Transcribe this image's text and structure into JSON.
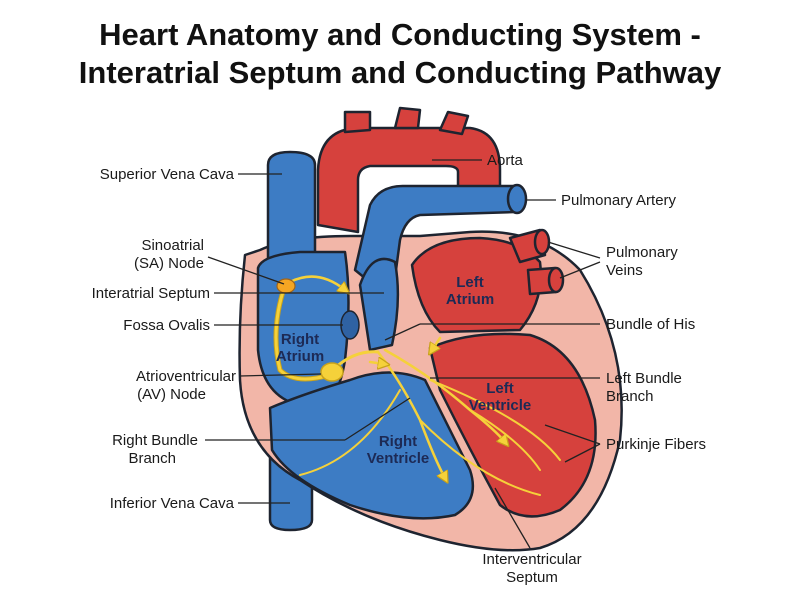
{
  "title": {
    "line1": "Heart Anatomy and Conducting System -",
    "line2": "Interatrial Septum and Conducting Pathway"
  },
  "colors": {
    "blue": "#3d7cc4",
    "red": "#d6413d",
    "wall": "#f2b6a8",
    "conduction": "#f5d13a",
    "outline": "#1e2430"
  },
  "labels": {
    "superior_vena_cava": "Superior Vena Cava",
    "aorta": "Aorta",
    "pulmonary_artery": "Pulmonary Artery",
    "sa_node": [
      "Sinoatrial",
      "(SA) Node"
    ],
    "pulmonary_veins": [
      "Pulmonary",
      "Veins"
    ],
    "interatrial_septum": "Interatrial Septum",
    "fossa_ovalis": "Fossa Ovalis",
    "bundle_of_his": "Bundle of His",
    "av_node": [
      "Atrioventricular",
      "(AV) Node"
    ],
    "left_bundle_branch": [
      "Left Bundle",
      "Branch"
    ],
    "right_bundle_branch": [
      "Right Bundle",
      "Branch"
    ],
    "purkinje_fibers": "Purkinje Fibers",
    "inferior_vena_cava": "Inferior Vena Cava",
    "interventricular_septum": [
      "Interventricular",
      "Septum"
    ]
  },
  "chambers": {
    "right_atrium": [
      "Right",
      "Atrium"
    ],
    "left_atrium": [
      "Left",
      "Atrium"
    ],
    "right_ventricle": [
      "Right",
      "Ventricle"
    ],
    "left_ventricle": [
      "Left",
      "Ventricle"
    ]
  }
}
